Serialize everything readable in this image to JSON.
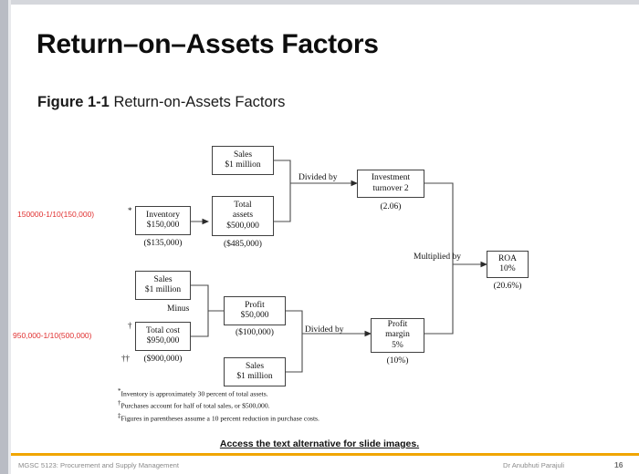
{
  "slide": {
    "title": "Return–on–Assets Factors",
    "subtitle_label": "Figure 1-1",
    "subtitle_text": " Return-on-Assets Factors",
    "access_link": "Access the text alternative for slide images."
  },
  "diagram": {
    "nodes": {
      "sales_top": {
        "line1": "Sales",
        "line2": "$1 million"
      },
      "inventory": {
        "line1": "Inventory",
        "line2": "$150,000",
        "caption": "($135,000)",
        "marker": "*"
      },
      "total_assets": {
        "line1": "Total",
        "line2": "assets",
        "line3": "$500,000",
        "caption": "($485,000)"
      },
      "investment_turnover": {
        "line1": "Investment",
        "line2": "turnover 2",
        "caption": "(2.06)"
      },
      "roa": {
        "line1": "ROA",
        "line2": "10%",
        "caption": "(20.6%)"
      },
      "sales_mid": {
        "line1": "Sales",
        "line2": "$1 million"
      },
      "total_cost": {
        "line1": "Total cost",
        "line2": "$950,000",
        "caption": "($900,000)",
        "marker": "†",
        "caption_marker": "††"
      },
      "profit": {
        "line1": "Profit",
        "line2": "$50,000",
        "caption": "($100,000)"
      },
      "sales_bottom": {
        "line1": "Sales",
        "line2": "$1 million"
      },
      "profit_margin": {
        "line1": "Profit",
        "line2": "margin",
        "line3": "5%",
        "caption": "(10%)"
      }
    },
    "edge_labels": {
      "divided_by_top": "Divided by",
      "divided_by_bottom": "Divided by",
      "multiplied_by": "Multiplied by",
      "minus": "Minus"
    },
    "annotations": {
      "inventory_calc": "150000-1/10(150,000)",
      "total_cost_calc": "950,000-1/10(500,000)"
    }
  },
  "footnotes": [
    {
      "marker": "*",
      "text": "Inventory is approximately 30 percent of total assets."
    },
    {
      "marker": "†",
      "text": "Purchases account for half of total sales, or $500,000."
    },
    {
      "marker": "‡",
      "text": "Figures in parentheses assume a 10 percent reduction in purchase costs."
    }
  ],
  "footer": {
    "course": "MGSC 5123: Procurement and Supply Management",
    "author": "Dr Anubhuti Parajuli",
    "page": "16",
    "accent_color": "#f0a500"
  }
}
